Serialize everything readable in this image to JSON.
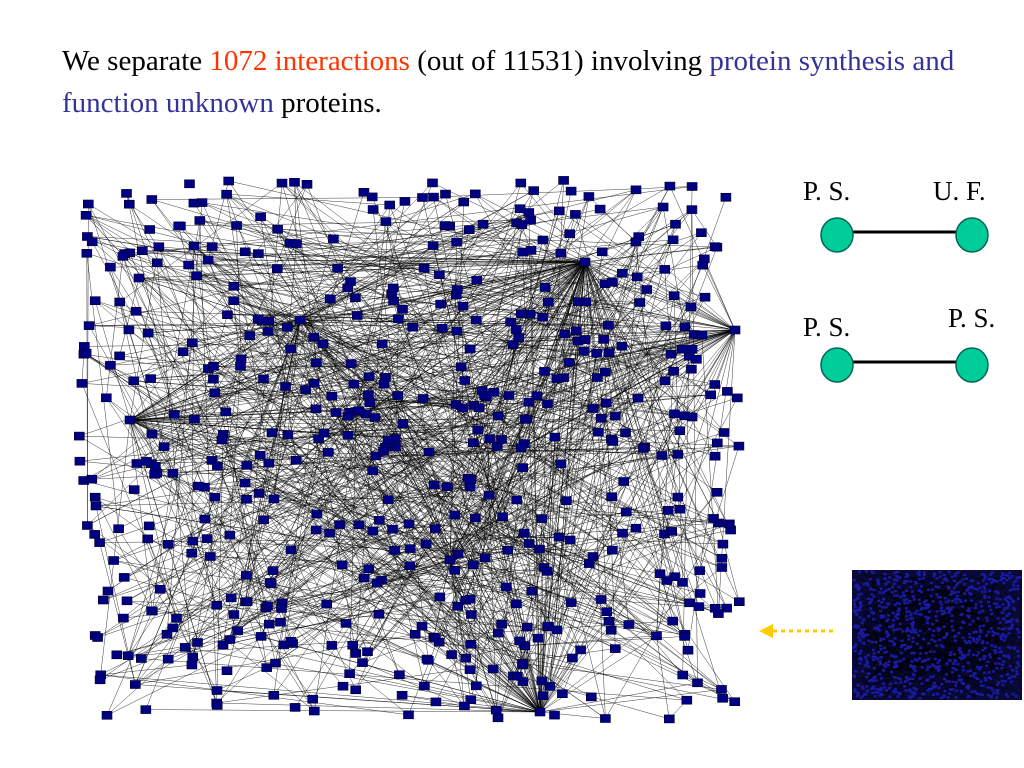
{
  "slide": {
    "title": {
      "part1": "We separate ",
      "highlight1": "1072 interactions",
      "part2": " (out of 11531) involving ",
      "highlight2": "protein synthesis and function unknown",
      "part3": " proteins."
    },
    "colors": {
      "red_highlight": "#ff3300",
      "blue_highlight": "#333399",
      "node_fill": "#000080",
      "legend_node": "#00cc99",
      "arrow": "#ffcc00"
    }
  },
  "legend": {
    "pair1": {
      "left": "P. S.",
      "right": "U. F."
    },
    "pair2": {
      "left": "P. S.",
      "right": "P. S."
    }
  },
  "network": {
    "interactions_shown": 1072,
    "interactions_total": 11531
  }
}
